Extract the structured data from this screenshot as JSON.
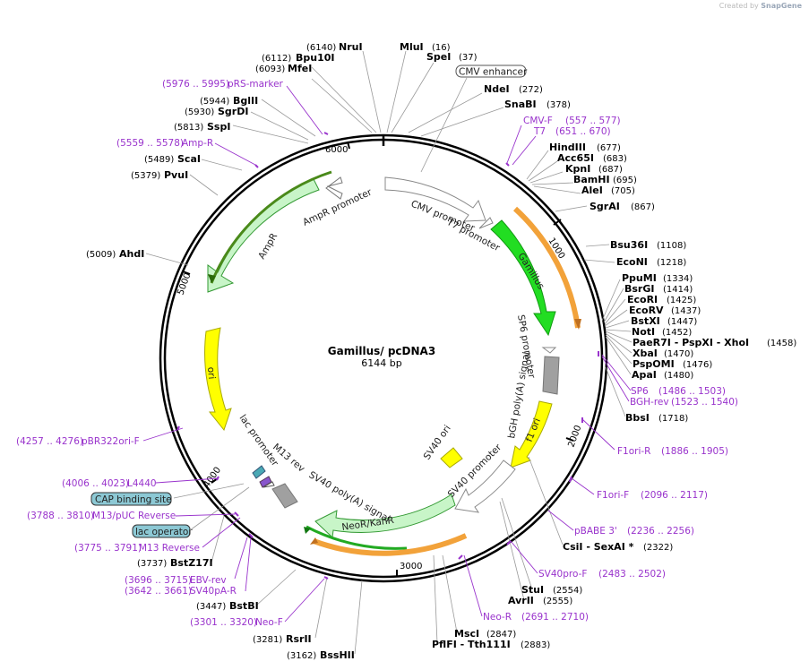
{
  "credit": {
    "prefix": "Created by",
    "brand": "SnapGene"
  },
  "plasmid": {
    "name": "Gamillus/ pcDNA3",
    "size": "6144 bp",
    "length": 6144
  },
  "ticks": [
    "1000",
    "2000",
    "3000",
    "4000",
    "5000",
    "6000"
  ],
  "colors": {
    "green": "#22dd22",
    "pale_green": "#c8f5c8",
    "yellow": "#ffff00",
    "orange": "#f2a23a",
    "primer": "#9933cc",
    "grey": "#999999"
  },
  "features": [
    {
      "name": "CMV enhancer",
      "label": "CMV enhancer",
      "boxed": true
    },
    {
      "name": "CMV promoter",
      "label": "CMV promoter"
    },
    {
      "name": "T7 promoter",
      "label": "T7 promoter"
    },
    {
      "name": "Gamillus",
      "label": "Gamillus"
    },
    {
      "name": "SP6 promoter",
      "label": "SP6 promoter"
    },
    {
      "name": "bGH poly(A) signal",
      "label": "bGH poly(A) signal"
    },
    {
      "name": "f1 ori",
      "label": "f1 ori"
    },
    {
      "name": "SV40 promoter",
      "label": "SV40 promoter"
    },
    {
      "name": "SV40 ori",
      "label": "SV40 ori"
    },
    {
      "name": "NeoR/KanR",
      "label": "NeoR/KanR"
    },
    {
      "name": "SV40 poly(A) signal",
      "label": "SV40 poly(A) signal"
    },
    {
      "name": "M13 rev",
      "label": "M13 rev"
    },
    {
      "name": "lac promoter",
      "label": "lac promoter"
    },
    {
      "name": "ori",
      "label": "ori"
    },
    {
      "name": "AmpR",
      "label": "AmpR"
    },
    {
      "name": "AmpR promoter",
      "label": "AmpR promoter"
    },
    {
      "name": "CAP binding site",
      "label": "CAP binding site",
      "boxed": true
    },
    {
      "name": "lac operator",
      "label": "lac operator",
      "boxed": true
    }
  ],
  "sites": [
    {
      "name": "NruI",
      "pos": "(6140)"
    },
    {
      "name": "Bpu10I",
      "pos": "(6112)"
    },
    {
      "name": "MfeI",
      "pos": "(6093)"
    },
    {
      "name": "MluI",
      "pos": "(16)"
    },
    {
      "name": "SpeI",
      "pos": "(37)"
    },
    {
      "name": "NdeI",
      "pos": "(272)"
    },
    {
      "name": "SnaBI",
      "pos": "(378)"
    },
    {
      "name": "HindIII",
      "pos": "(677)"
    },
    {
      "name": "Acc65I",
      "pos": "(683)"
    },
    {
      "name": "KpnI",
      "pos": "(687)"
    },
    {
      "name": "BamHI",
      "pos": "(695)"
    },
    {
      "name": "AleI",
      "pos": "(705)"
    },
    {
      "name": "SgrAI",
      "pos": "(867)"
    },
    {
      "name": "Bsu36I",
      "pos": "(1108)"
    },
    {
      "name": "EcoNI",
      "pos": "(1218)"
    },
    {
      "name": "PpuMI",
      "pos": "(1334)"
    },
    {
      "name": "BsrGI",
      "pos": "(1414)"
    },
    {
      "name": "EcoRI",
      "pos": "(1425)"
    },
    {
      "name": "EcoRV",
      "pos": "(1437)"
    },
    {
      "name": "BstXI",
      "pos": "(1447)"
    },
    {
      "name": "NotI",
      "pos": "(1452)"
    },
    {
      "name": "PaeR7I - PspXI - XhoI",
      "pos": "(1458)"
    },
    {
      "name": "XbaI",
      "pos": "(1470)"
    },
    {
      "name": "PspOMI",
      "pos": "(1476)"
    },
    {
      "name": "ApaI",
      "pos": "(1480)"
    },
    {
      "name": "BbsI",
      "pos": "(1718)"
    },
    {
      "name": "CsiI - SexAI *",
      "pos": "(2322)"
    },
    {
      "name": "StuI",
      "pos": "(2554)"
    },
    {
      "name": "AvrII",
      "pos": "(2555)"
    },
    {
      "name": "MscI",
      "pos": "(2847)"
    },
    {
      "name": "PflFI - Tth111I",
      "pos": "(2883)"
    },
    {
      "name": "BssHII",
      "pos": "(3162)"
    },
    {
      "name": "RsrII",
      "pos": "(3281)"
    },
    {
      "name": "BstBI",
      "pos": "(3447)"
    },
    {
      "name": "BstZ17I",
      "pos": "(3737)"
    },
    {
      "name": "AhdI",
      "pos": "(5009)"
    },
    {
      "name": "PvuI",
      "pos": "(5379)"
    },
    {
      "name": "ScaI",
      "pos": "(5489)"
    },
    {
      "name": "SspI",
      "pos": "(5813)"
    },
    {
      "name": "SgrDI",
      "pos": "(5930)"
    },
    {
      "name": "BglII",
      "pos": "(5944)"
    }
  ],
  "primers": [
    {
      "name": "pRS-marker",
      "pos": "(5976 .. 5995)"
    },
    {
      "name": "Amp-R",
      "pos": "(5559 .. 5578)"
    },
    {
      "name": "CMV-F",
      "pos": "(557 .. 577)"
    },
    {
      "name": "T7",
      "pos": "(651 .. 670)"
    },
    {
      "name": "SP6",
      "pos": "(1486 .. 1503)"
    },
    {
      "name": "BGH-rev",
      "pos": "(1523 .. 1540)"
    },
    {
      "name": "F1ori-R",
      "pos": "(1886 .. 1905)"
    },
    {
      "name": "F1ori-F",
      "pos": "(2096 .. 2117)"
    },
    {
      "name": "pBABE 3'",
      "pos": "(2236 .. 2256)"
    },
    {
      "name": "SV40pro-F",
      "pos": "(2483 .. 2502)"
    },
    {
      "name": "Neo-R",
      "pos": "(2691 .. 2710)"
    },
    {
      "name": "Neo-F",
      "pos": "(3301 .. 3320)"
    },
    {
      "name": "SV40pA-R",
      "pos": "(3642 .. 3661)"
    },
    {
      "name": "EBV-rev",
      "pos": "(3696 .. 3715)"
    },
    {
      "name": "M13 Reverse",
      "pos": "(3775 .. 3791)"
    },
    {
      "name": "M13/pUC Reverse",
      "pos": "(3788 .. 3810)"
    },
    {
      "name": "L4440",
      "pos": "(4006 .. 4023)"
    },
    {
      "name": "pBR322ori-F",
      "pos": "(4257 .. 4276)"
    }
  ]
}
